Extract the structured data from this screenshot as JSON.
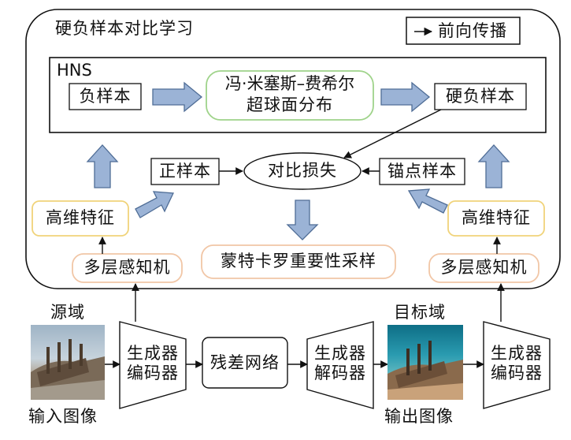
{
  "diagram": {
    "outer_title": "硬负样本对比学习",
    "legend": {
      "label": "前向传播"
    },
    "hns": {
      "label": "HNS",
      "negative_samples": "负样本",
      "vmf_line1": "冯·米塞斯–费希尔",
      "vmf_line2": "超球面分布",
      "hard_negative_samples": "硬负样本"
    },
    "positive_samples": "正样本",
    "contrastive_loss": "对比损失",
    "anchor_samples": "锚点样本",
    "high_dim_features_left": "高维特征",
    "high_dim_features_right": "高维特征",
    "monte_carlo": "蒙特卡罗重要性采样",
    "mlp_left": "多层感知机",
    "mlp_right": "多层感知机",
    "source_domain": "源域",
    "target_domain": "目标域",
    "input_image": "输入图像",
    "output_image": "输出图像",
    "generator_encoder_left_line1": "生成器",
    "generator_encoder_left_line2": "编码器",
    "residual_network": "残差网络",
    "generator_decoder_line1": "生成器",
    "generator_decoder_line2": "解码器",
    "generator_encoder_right_line1": "生成器",
    "generator_encoder_right_line2": "编码器",
    "colors": {
      "block_arrow_fill": "#9bb3d6",
      "block_arrow_stroke": "#4f6d96",
      "green_border": "#9fd38a",
      "yellow_border": "#f0d37a",
      "orange_border": "#f1c6a6"
    }
  }
}
